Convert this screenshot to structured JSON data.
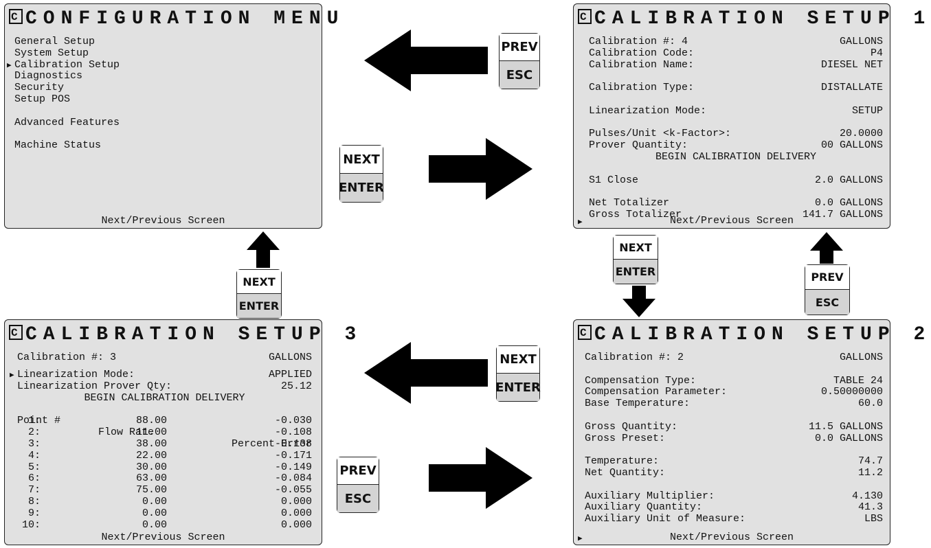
{
  "screens": {
    "config": {
      "title": "CONFIGURATION MENU",
      "items": [
        "General Setup",
        "System Setup",
        "Calibration Setup",
        "Diagnostics",
        "Security",
        "Setup POS",
        "Advanced Features",
        "Machine Status"
      ],
      "footer": "Next/Previous Screen"
    },
    "cal1": {
      "title": "CALIBRATION SETUP 1",
      "rows": [
        {
          "label": "Calibration #: 4",
          "value": "GALLONS"
        },
        {
          "label": "Calibration Code:",
          "value": "P4"
        },
        {
          "label": "Calibration Name:",
          "value": "DIESEL NET"
        },
        {
          "label": "Calibration Type:",
          "value": "DISTALLATE"
        },
        {
          "label": "Linearization Mode:",
          "value": "SETUP"
        },
        {
          "label": "Pulses/Unit <k-Factor>:",
          "value": "20.0000"
        },
        {
          "label": "Prover Quantity:",
          "value": "00 GALLONS"
        },
        {
          "label": "S1 Close",
          "value": "2.0 GALLONS"
        },
        {
          "label": "Net Totalizer",
          "value": "0.0 GALLONS"
        },
        {
          "label": "Gross Totalizer",
          "value": "141.7 GALLONS"
        }
      ],
      "center_line": "BEGIN CALIBRATION DELIVERY",
      "footer": "Next/Previous Screen"
    },
    "cal2": {
      "title": "CALIBRATION SETUP 2",
      "rows": [
        {
          "label": "Calibration #: 2",
          "value": "GALLONS"
        },
        {
          "label": "Compensation Type:",
          "value": "TABLE 24"
        },
        {
          "label": "Compensation Parameter:",
          "value": "0.50000000"
        },
        {
          "label": "Base Temperature:",
          "value": "60.0"
        },
        {
          "label": "Gross Quantity:",
          "value": "11.5 GALLONS"
        },
        {
          "label": "Gross Preset:",
          "value": "0.0 GALLONS"
        },
        {
          "label": "Temperature:",
          "value": "74.7"
        },
        {
          "label": "Net Quantity:",
          "value": "11.2"
        },
        {
          "label": "Auxiliary Multiplier:",
          "value": "4.130"
        },
        {
          "label": "Auxiliary Quantity:",
          "value": "41.3"
        },
        {
          "label": "Auxiliary Unit of Measure:",
          "value": "LBS"
        }
      ],
      "footer": "Next/Previous Screen"
    },
    "cal3": {
      "title": "CALIBRATION SETUP 3",
      "rows": [
        {
          "label": "Calibration #: 3",
          "value": "GALLONS"
        },
        {
          "label": "Linearization Mode:",
          "value": "APPLIED"
        },
        {
          "label": "Linearization Prover Qty:",
          "value": "25.12"
        }
      ],
      "center_line": "BEGIN CALIBRATION DELIVERY",
      "table_headers": [
        "Point #",
        "Flow Rate",
        "Percent Error"
      ],
      "table": [
        [
          "1:",
          "88.00",
          "-0.030"
        ],
        [
          "2:",
          "11.00",
          "-0.108"
        ],
        [
          "3:",
          "38.00",
          "-0.138"
        ],
        [
          "4:",
          "22.00",
          "-0.171"
        ],
        [
          "5:",
          "30.00",
          "-0.149"
        ],
        [
          "6:",
          "63.00",
          "-0.084"
        ],
        [
          "7:",
          "75.00",
          "-0.055"
        ],
        [
          "8:",
          "0.00",
          "0.000"
        ],
        [
          "9:",
          "0.00",
          "0.000"
        ],
        [
          "10:",
          "0.00",
          "0.000"
        ]
      ],
      "footer": "Next/Previous Screen"
    }
  },
  "keys": {
    "prev": {
      "top": "PREV",
      "bottom": "ESC"
    },
    "next": {
      "top": "NEXT",
      "bottom": "ENTER"
    }
  },
  "pointer_glyph": "▶"
}
